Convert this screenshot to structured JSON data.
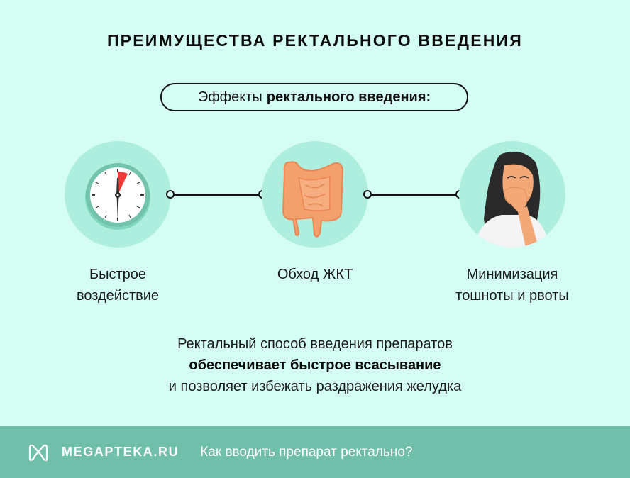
{
  "title": "ПРЕИМУЩЕСТВА РЕКТАЛЬНОГО ВВЕДЕНИЯ",
  "pill": {
    "regular": "Эффекты",
    "bold": "ректального введения:"
  },
  "benefits": [
    {
      "icon": "stopwatch-icon",
      "line1": "Быстрое",
      "line2": "воздействие"
    },
    {
      "icon": "intestines-icon",
      "line1": "Обход ЖКТ",
      "line2": ""
    },
    {
      "icon": "nauseous-woman-icon",
      "line1": "Минимизация",
      "line2": "тошноты и рвоты"
    }
  ],
  "summary": {
    "line1": "Ректальный способ введения препаратов",
    "line2": "обеспечивает быстрое всасывание",
    "line3": "и позволяет избежать раздражения желудка"
  },
  "footer": {
    "brand": "MEGAPTEKA.RU",
    "link": "Как вводить препарат ректально?"
  },
  "colors": {
    "background": "#d4fdf3",
    "circle": "#aeeede",
    "footer": "#6fbfaa",
    "accent_red": "#f03a3a",
    "intestine": "#f4a06c"
  }
}
